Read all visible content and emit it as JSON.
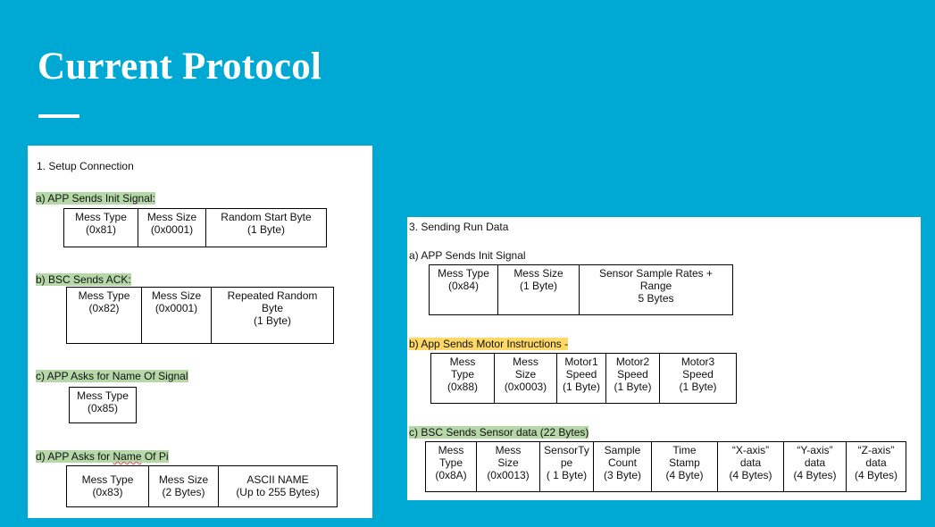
{
  "slide": {
    "title": "Current Protocol",
    "colors": {
      "background": "#00a9d3",
      "highlight_green": "#b6d7a8",
      "highlight_yellow": "#ffd966"
    }
  },
  "left_panel": {
    "heading": "1.  Setup Connection",
    "sections": [
      {
        "label": "a)  APP Sends Init Signal:",
        "cells": [
          "Mess Type\n(0x81)",
          "Mess Size\n(0x0001)",
          "Random Start Byte\n(1 Byte)"
        ]
      },
      {
        "label": "b)  BSC Sends ACK:",
        "cells": [
          "Mess Type\n(0x82)",
          "Mess Size\n(0x0001)",
          "Repeated Random\nByte\n(1 Byte)"
        ]
      },
      {
        "label": "c)  APP Asks for Name Of Signal",
        "cells": [
          "Mess Type\n(0x85)"
        ]
      },
      {
        "label_start": "d)  APP Asks for ",
        "label_squiggle": "Name",
        "label_end": " Of Pi",
        "cells": [
          "Mess Type\n(0x83)",
          "Mess Size\n(2 Bytes)",
          "ASCII NAME\n(Up to 255 Bytes)"
        ]
      }
    ]
  },
  "right_panel": {
    "heading": "3. Sending Run Data",
    "sections": [
      {
        "label": "a)  APP Sends Init Signal",
        "cells": [
          "Mess Type\n(0x84)",
          "Mess Size\n(1 Byte)",
          "Sensor Sample Rates +\nRange\n5 Bytes"
        ]
      },
      {
        "label": "b)  App Sends Motor Instructions -",
        "cells": [
          "Mess\nType\n(0x88)",
          "Mess\nSize\n(0x0003)",
          "Motor1\nSpeed\n(1 Byte)",
          "Motor2\nSpeed\n(1 Byte)",
          "Motor3\nSpeed\n(1 Byte)"
        ]
      },
      {
        "label": "c)  BSC Sends Sensor data (22 Bytes)",
        "cells": [
          "Mess\nType\n(0x8A)",
          "Mess\nSize\n(0x0013)",
          "SensorTy\npe\n( 1 Byte)",
          "Sample\nCount\n(3 Byte)",
          "Time\nStamp\n(4 Byte)",
          "“X-axis”\ndata\n(4 Bytes)",
          "“Y-axis”\ndata\n(4 Bytes)",
          "“Z-axis”\ndata\n(4 Bytes)"
        ]
      }
    ]
  }
}
